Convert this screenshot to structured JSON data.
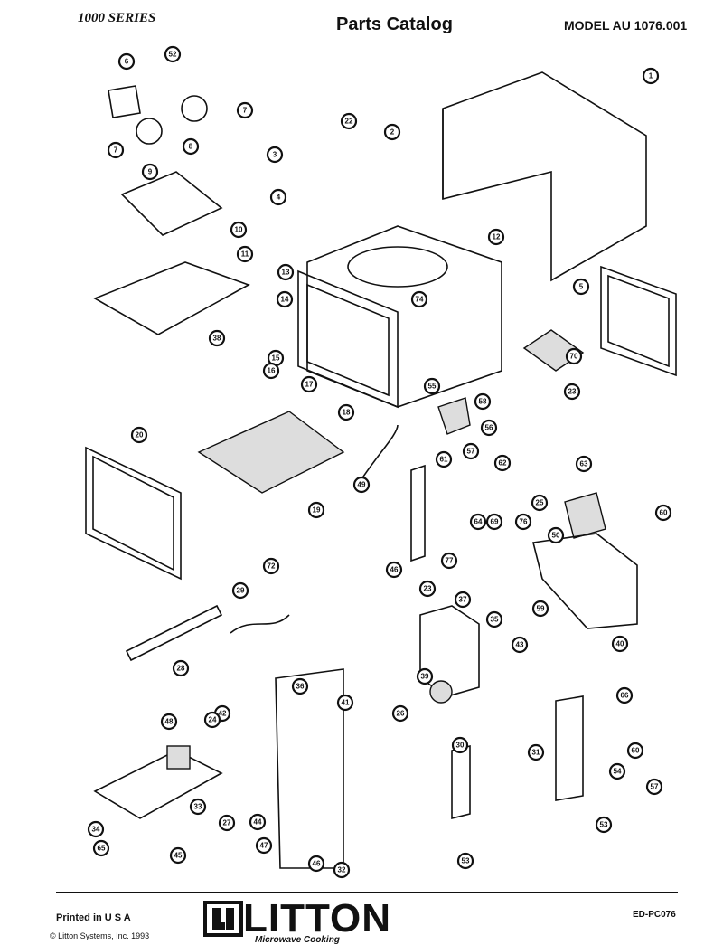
{
  "header": {
    "series": "1000 SERIES",
    "title": "Parts Catalog",
    "model": "MODEL AU 1076.001"
  },
  "footer": {
    "printed": "Printed in U S A",
    "copyright": "© Litton Systems, Inc. 1993",
    "brand": "LITTON",
    "brand_sub": "Microwave Cooking",
    "doc_number": "ED-PC076"
  },
  "callouts": [
    "6",
    "52",
    "7",
    "7",
    "8",
    "22",
    "2",
    "3",
    "4",
    "1",
    "9",
    "10",
    "12",
    "11",
    "13",
    "14",
    "74",
    "5",
    "38",
    "15",
    "70",
    "16",
    "17",
    "18",
    "58",
    "23",
    "55",
    "56",
    "20",
    "19",
    "57",
    "49",
    "61",
    "62",
    "69",
    "64",
    "63",
    "25",
    "60",
    "76",
    "77",
    "46",
    "50",
    "59",
    "40",
    "72",
    "29",
    "28",
    "23",
    "37",
    "35",
    "43",
    "39",
    "26",
    "36",
    "41",
    "48",
    "42",
    "66",
    "24",
    "30",
    "53",
    "47",
    "60",
    "31",
    "54",
    "34",
    "65",
    "33",
    "27",
    "45",
    "44",
    "46",
    "32",
    "53",
    "57"
  ]
}
